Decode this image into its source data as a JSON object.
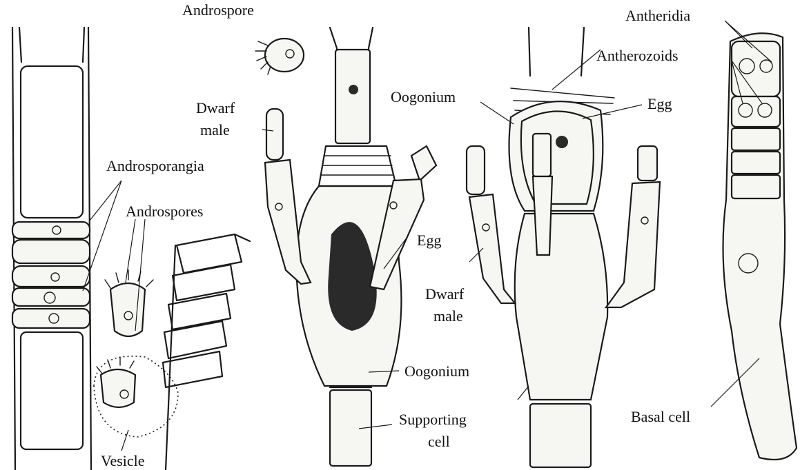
{
  "labels": {
    "androspore_top": "Androspore",
    "antheridia": "Antheridia",
    "antherozoids": "Antherozoids",
    "oogonium_top": "Oogonium",
    "egg_right": "Egg",
    "dwarf_male_1a": "Dwarf",
    "dwarf_male_1b": "male",
    "androsporangia": "Androsporangia",
    "androspores": "Androspores",
    "egg_center": "Egg",
    "dwarf_male_2a": "Dwarf",
    "dwarf_male_2b": "male",
    "oogonium_bottom": "Oogonium",
    "supporting_cell_a": "Supporting",
    "supporting_cell_b": "cell",
    "basal_cell": "Basal cell",
    "vesicle": "Vesicle"
  }
}
